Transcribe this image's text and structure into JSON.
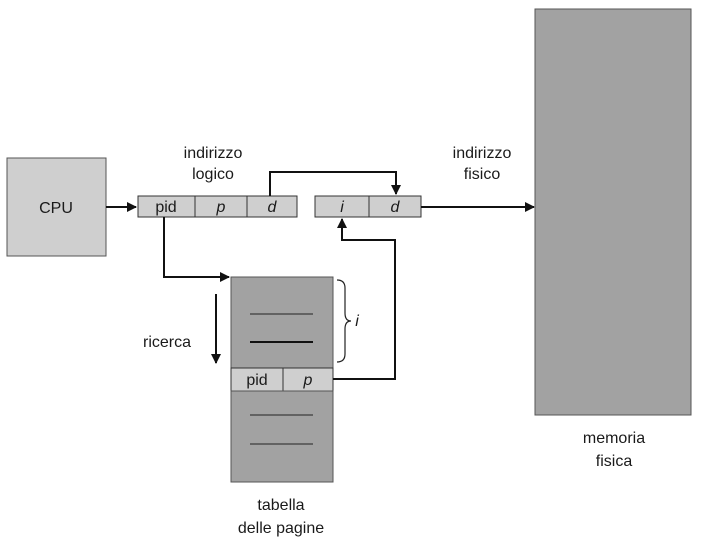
{
  "cpu": {
    "label": "CPU"
  },
  "logical_address": {
    "title_line1": "indirizzo",
    "title_line2": "logico",
    "field_pid": "pid",
    "field_p": "p",
    "field_d": "d"
  },
  "physical_address": {
    "title_line1": "indirizzo",
    "title_line2": "fisico",
    "field_i": "i",
    "field_d": "d"
  },
  "search_label": "ricerca",
  "page_table": {
    "entry_pid": "pid",
    "entry_p": "p",
    "index_label": "i",
    "caption_line1": "tabella",
    "caption_line2": "delle pagine"
  },
  "physical_memory": {
    "caption_line1": "memoria",
    "caption_line2": "fisica"
  },
  "colors": {
    "box_light": "#cfcfcf",
    "box_dark": "#a2a2a2",
    "stroke": "#222222"
  }
}
